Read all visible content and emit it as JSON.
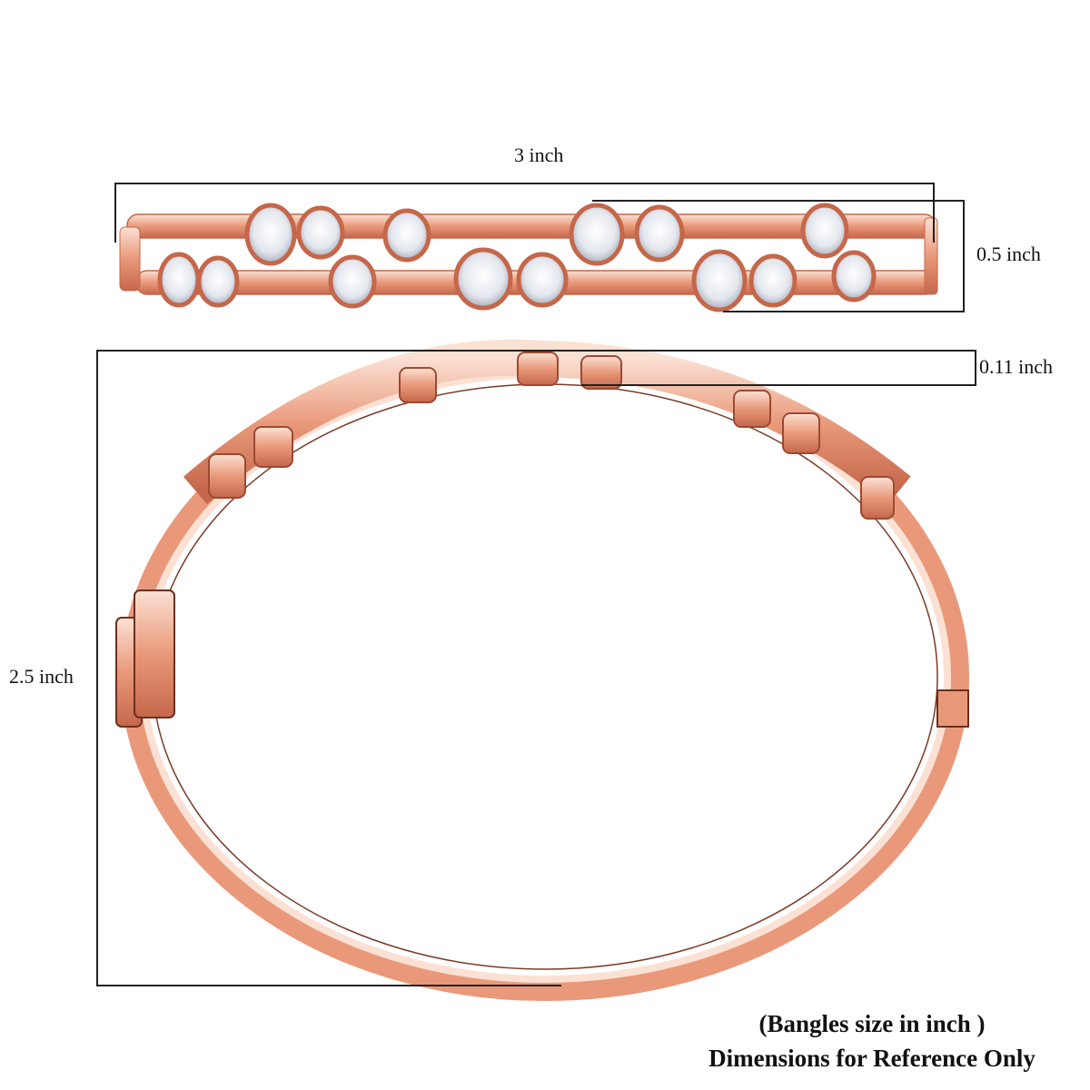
{
  "dimensions": {
    "width_top": "3 inch",
    "height_top": "0.5 inch",
    "thickness": "0.11 inch",
    "diameter": "2.5 inch"
  },
  "footer": {
    "line1": "(Bangles size in inch )",
    "line2": "Dimensions for Reference Only"
  },
  "colors": {
    "metal": "#e9997a",
    "metal_dark": "#c5674a",
    "metal_light": "#fbe1d4",
    "stone": "#eef0f4",
    "dimension_line": "#222222"
  }
}
